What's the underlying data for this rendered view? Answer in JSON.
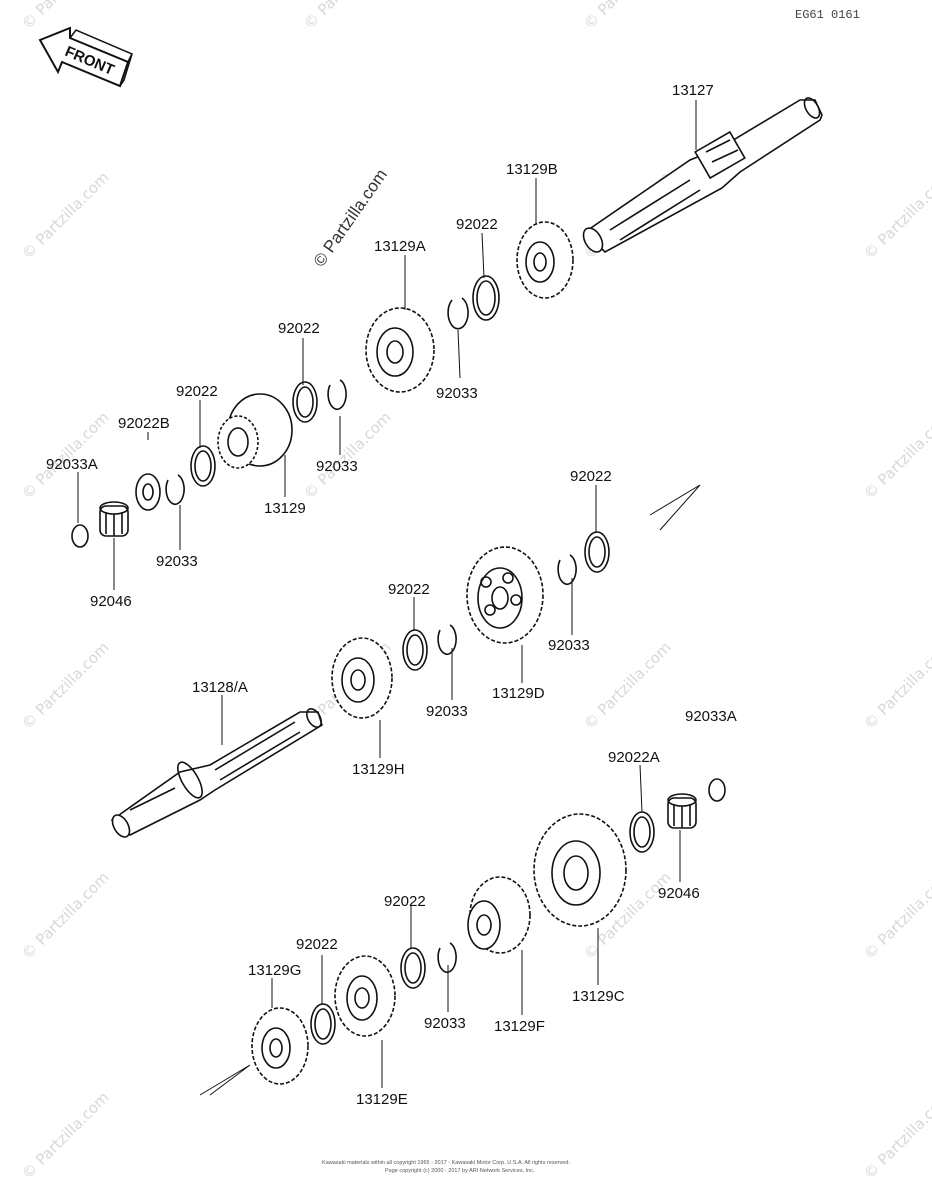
{
  "diagram_code": "EG61 0161",
  "front_label": "FRONT",
  "watermark_text": "© Partzilla.com",
  "footer": {
    "line1": "Kawasaki materials within all copyright 1965 - 2017 - Kawasaki Motor Corp. U.S.A. All rights reserved.",
    "line2": "Page copyright (c) 2000 - 2017 by ARI Network Services, Inc."
  },
  "labels": {
    "p13127": "13127",
    "p13129B": "13129B",
    "p92022_top": "92022",
    "p13129A": "13129A",
    "p92022_a": "92022",
    "p92033_a": "92033",
    "p92022_b": "92022",
    "p92022B": "92022B",
    "p92033_b": "92033",
    "p13129": "13129",
    "p92033A_top": "92033A",
    "p92033_c": "92033",
    "p92046_top": "92046",
    "p92022_mid": "92022",
    "p92022_c": "92022",
    "p92033_d": "92033",
    "p92033_e": "92033",
    "p13129D": "13129D",
    "p13128A": "13128/A",
    "p13129H": "13129H",
    "p92033A_bot": "92033A",
    "p92022A": "92022A",
    "p92046_bot": "92046",
    "p92022_d": "92022",
    "p92022_e": "92022",
    "p13129G": "13129G",
    "p92033_f": "92033",
    "p13129F": "13129F",
    "p13129C": "13129C",
    "p13129E": "13129E"
  }
}
